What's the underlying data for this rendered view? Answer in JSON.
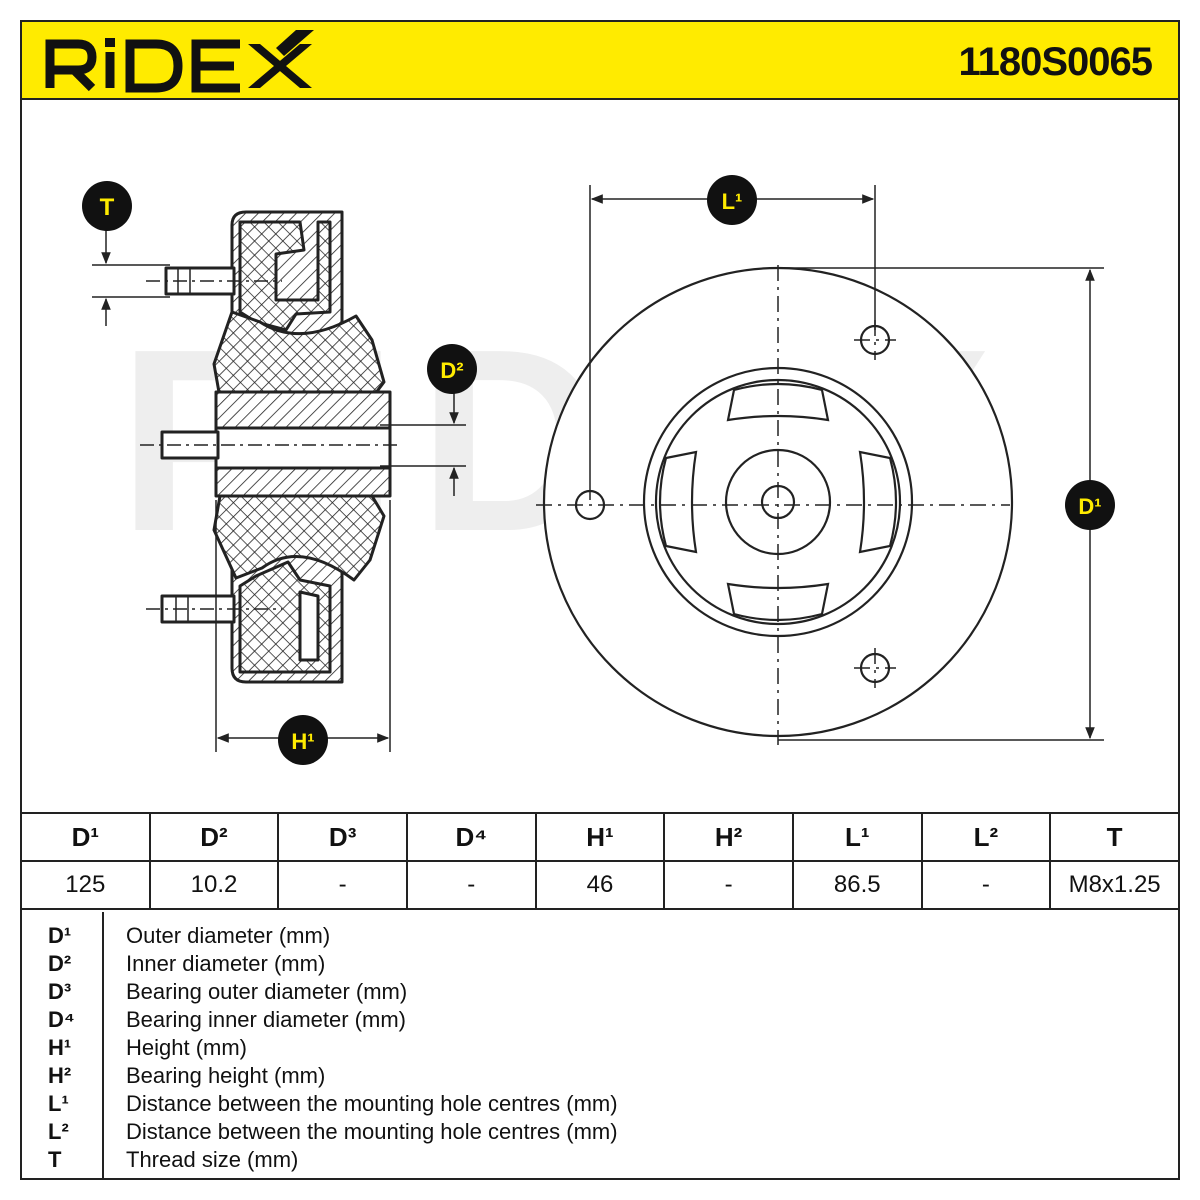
{
  "brand": "RIDEX",
  "part_number": "1180S0065",
  "watermark": "RIDEX",
  "labels": {
    "t": "T",
    "d1": "D¹",
    "d2": "D²",
    "h1": "H¹",
    "l1": "L¹"
  },
  "colors": {
    "accent": "#ffeb00",
    "line": "#222222",
    "watermark": "#eeeeee"
  },
  "table": {
    "headers": [
      "D¹",
      "D²",
      "D³",
      "D⁴",
      "H¹",
      "H²",
      "L¹",
      "L²",
      "T"
    ],
    "values": [
      "125",
      "10.2",
      "-",
      "-",
      "46",
      "-",
      "86.5",
      "-",
      "M8x1.25"
    ]
  },
  "legend": [
    {
      "code": "D¹",
      "text": "Outer diameter (mm)"
    },
    {
      "code": "D²",
      "text": "Inner diameter (mm)"
    },
    {
      "code": "D³",
      "text": "Bearing outer diameter (mm)"
    },
    {
      "code": "D⁴",
      "text": "Bearing inner diameter (mm)"
    },
    {
      "code": "H¹",
      "text": "Height (mm)"
    },
    {
      "code": "H²",
      "text": "Bearing height (mm)"
    },
    {
      "code": "L¹",
      "text": "Distance between the mounting hole centres (mm)"
    },
    {
      "code": "L²",
      "text": "Distance between the mounting hole centres (mm)"
    },
    {
      "code": "T",
      "text": "Thread size (mm)"
    }
  ]
}
